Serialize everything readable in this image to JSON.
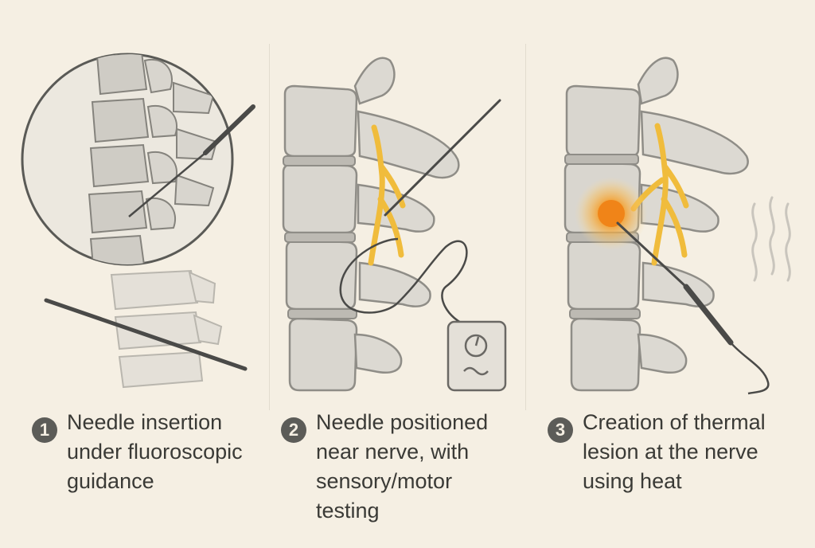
{
  "colors": {
    "background": "#f5efe3",
    "bone": "#d9d6cf",
    "bone_outline": "#8f8d87",
    "nerve": "#f0bc3c",
    "needle": "#4a4a48",
    "heat": "#f2871e",
    "badge": "#5c5c58",
    "text": "#3a3a36"
  },
  "steps": [
    {
      "number": "1",
      "lines": [
        "Needle insertion",
        "under fluoroscopic",
        "guidance"
      ]
    },
    {
      "number": "2",
      "lines": [
        "Needle positioned",
        "near nerve, with",
        "sensory/motor",
        "testing"
      ]
    },
    {
      "number": "3",
      "lines": [
        "Creation of thermal",
        "lesion at the nerve",
        "using heat"
      ]
    }
  ]
}
